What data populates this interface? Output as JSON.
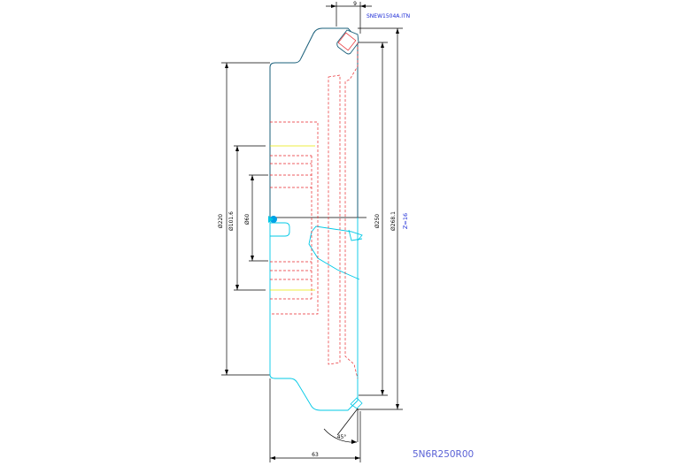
{
  "drawing": {
    "part_label": "SNEW1504A.ITN",
    "drawing_number": "5N6R250R00",
    "colors": {
      "dimension": "#000000",
      "body_outline": "#1a5f7a",
      "face": "#00c8e6",
      "hidden": "#e8282d",
      "centerline": "#e6e600",
      "label_blue": "#1b2ad6",
      "marker": "#00a0e6"
    }
  },
  "dimensions": {
    "insert_width": "9",
    "diameter_220": "Ø220",
    "diameter_101_6": "Ø101.6",
    "diameter_60": "Ø60",
    "diameter_250": "Ø250",
    "diameter_268_1": "Ø268.1",
    "teeth_count": "Z=16",
    "chamfer_angle": "45°",
    "total_height": "63"
  }
}
